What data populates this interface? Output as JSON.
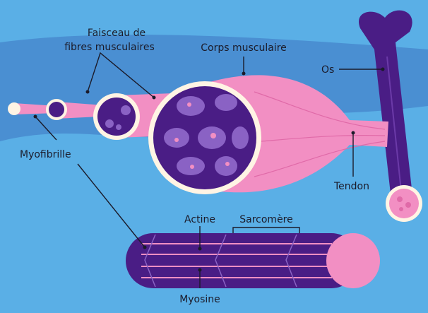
{
  "labels": {
    "faisceau_line1": "Faisceau de",
    "faisceau_line2": "fibres musculaires",
    "corps": "Corps musculaire",
    "os": "Os",
    "myofibrille": "Myofibrille",
    "tendon": "Tendon",
    "actine": "Actine",
    "sarcomere": "Sarcomère",
    "myosine": "Myosine"
  },
  "colors": {
    "background": "#5aafe6",
    "band": "#4a8fd2",
    "pink": "#f28fc3",
    "purple": "#4a1d85",
    "lavender": "#8a62c4",
    "cream": "#fff4e4"
  }
}
